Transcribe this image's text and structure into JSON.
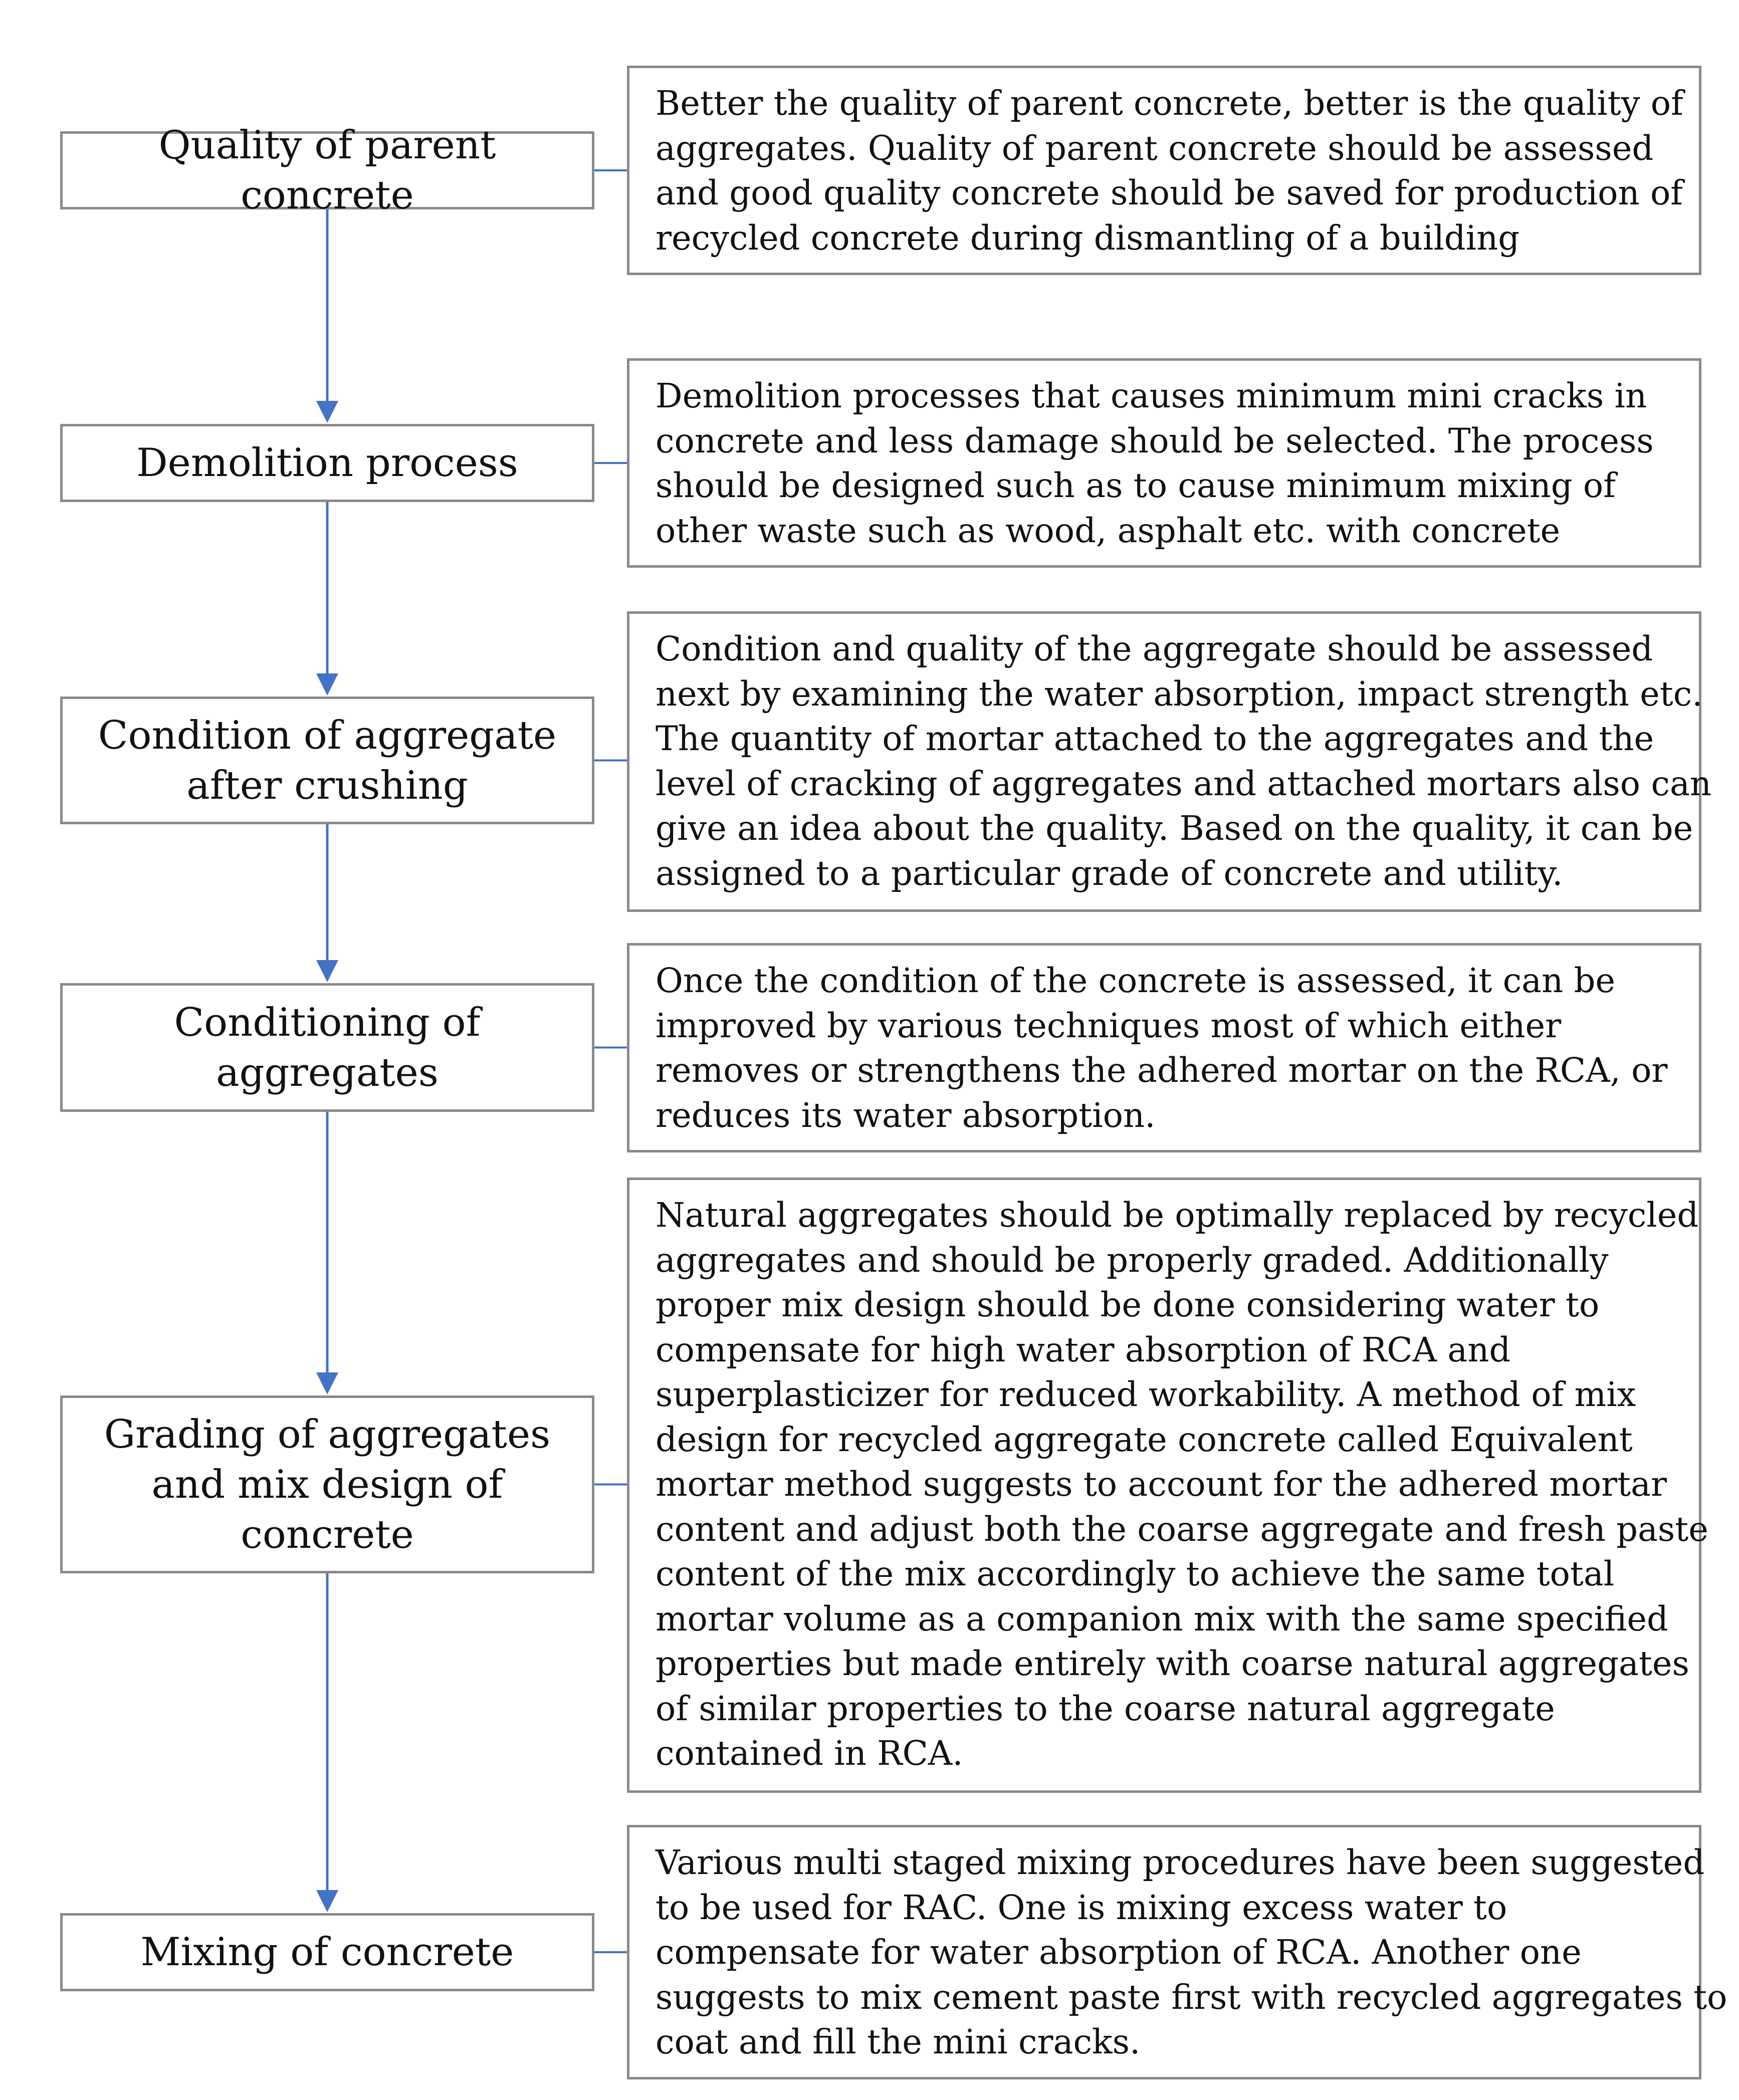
{
  "colors": {
    "box_border": "#8a8a8a",
    "connector": "#4472c4",
    "text": "#111111"
  },
  "steps": [
    {
      "label": "Quality of parent concrete",
      "description": [
        "Better the quality of parent concrete, better is the quality of",
        "aggregates. Quality of parent concrete should be assessed",
        "and good quality concrete should be saved for production of",
        "recycled concrete during dismantling of a building"
      ]
    },
    {
      "label": "Demolition process",
      "description": [
        "Demolition processes that causes minimum mini cracks in",
        "concrete and less damage should be selected. The process",
        "should be designed such as to cause minimum mixing of",
        "other waste such as wood, asphalt etc. with concrete"
      ]
    },
    {
      "label": "Condition of aggregate\nafter crushing",
      "description": [
        "Condition and quality of the aggregate should be assessed",
        "next by examining the water absorption, impact strength etc.",
        "The quantity of mortar attached to the aggregates and the",
        "level of cracking of aggregates and attached mortars also can",
        "give an idea about the quality. Based on the quality, it can be",
        "assigned to a particular grade of concrete and utility."
      ]
    },
    {
      "label": "Conditioning of\naggregates",
      "description": [
        "Once the condition of the concrete is assessed, it can be",
        "improved by various techniques  most of which either",
        "removes or strengthens the adhered mortar on the RCA, or",
        "reduces its water absorption."
      ]
    },
    {
      "label": "Grading of aggregates\nand mix design of\nconcrete",
      "description": [
        "Natural aggregates should be optimally replaced by recycled",
        "aggregates and should be properly graded. Additionally",
        "proper mix design should be done considering water to",
        "compensate for high water absorption of RCA and",
        "superplasticizer for reduced workability. A method of mix",
        "design for recycled aggregate concrete called Equivalent",
        "mortar method suggests to account for the adhered mortar",
        "content and adjust both the coarse aggregate and fresh paste",
        "content of the mix accordingly to achieve the same total",
        "mortar volume as a companion mix with the same specified",
        "properties but made entirely with coarse natural aggregates",
        "of similar properties to the coarse natural aggregate",
        "contained in RCA."
      ]
    },
    {
      "label": "Mixing of concrete",
      "description": [
        "Various multi staged mixing procedures have been suggested",
        "to be used for RAC. One is mixing excess water  to",
        "compensate for water absorption of RCA. Another one",
        "suggests to mix cement paste first with recycled aggregates to",
        "coat and fill the mini cracks."
      ]
    }
  ]
}
